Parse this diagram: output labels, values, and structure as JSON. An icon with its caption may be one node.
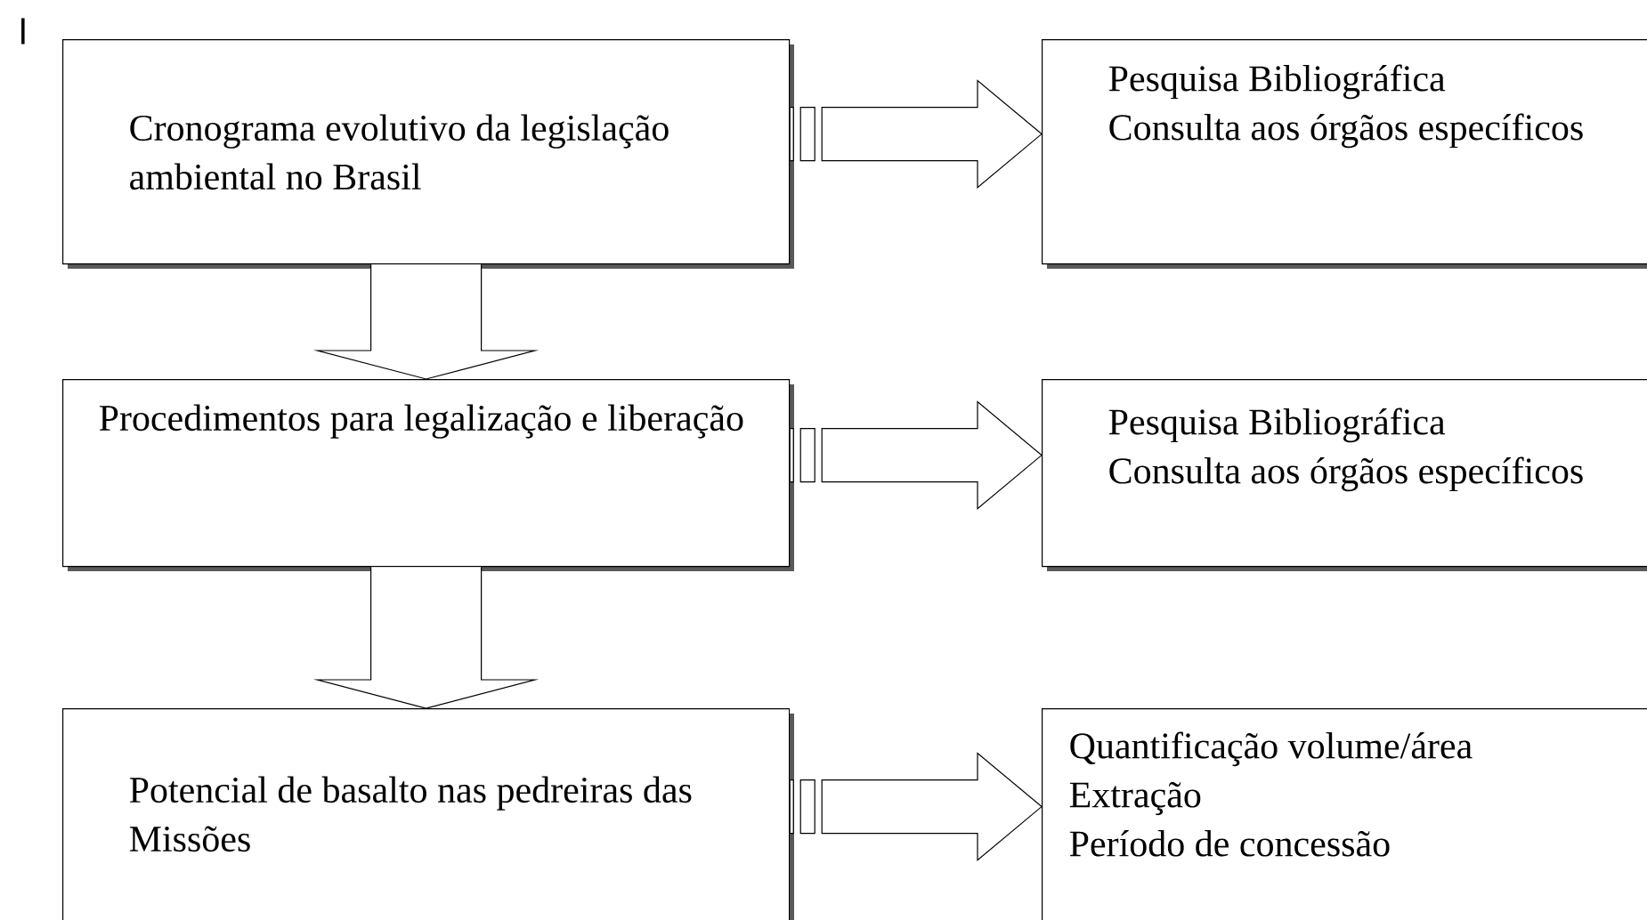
{
  "diagram": {
    "nodes": [
      {
        "text": [
          "Cronograma evolutivo da legislação ambiental no Brasil"
        ]
      },
      {
        "text": [
          "Pesquisa Bibliográfica",
          "Consulta aos órgãos específicos"
        ]
      },
      {
        "text": [
          "Procedimentos para legalização e liberação"
        ]
      },
      {
        "text": [
          "Pesquisa Bibliográfica",
          "Consulta aos órgãos específicos"
        ]
      },
      {
        "text": [
          "Potencial de basalto nas pedreiras das Missões"
        ]
      },
      {
        "text": [
          "Quantificação volume/área",
          "Extração",
          "Período de concessão"
        ]
      }
    ],
    "edges": [
      {
        "from": 0,
        "to": 1,
        "arrow": "to"
      },
      {
        "from": 0,
        "to": 2,
        "arrow": "to"
      },
      {
        "from": 2,
        "to": 3,
        "arrow": "to"
      },
      {
        "from": 2,
        "to": 4,
        "arrow": "to"
      },
      {
        "from": 4,
        "to": 5,
        "arrow": "to"
      }
    ],
    "labels": [
      "I"
    ]
  }
}
